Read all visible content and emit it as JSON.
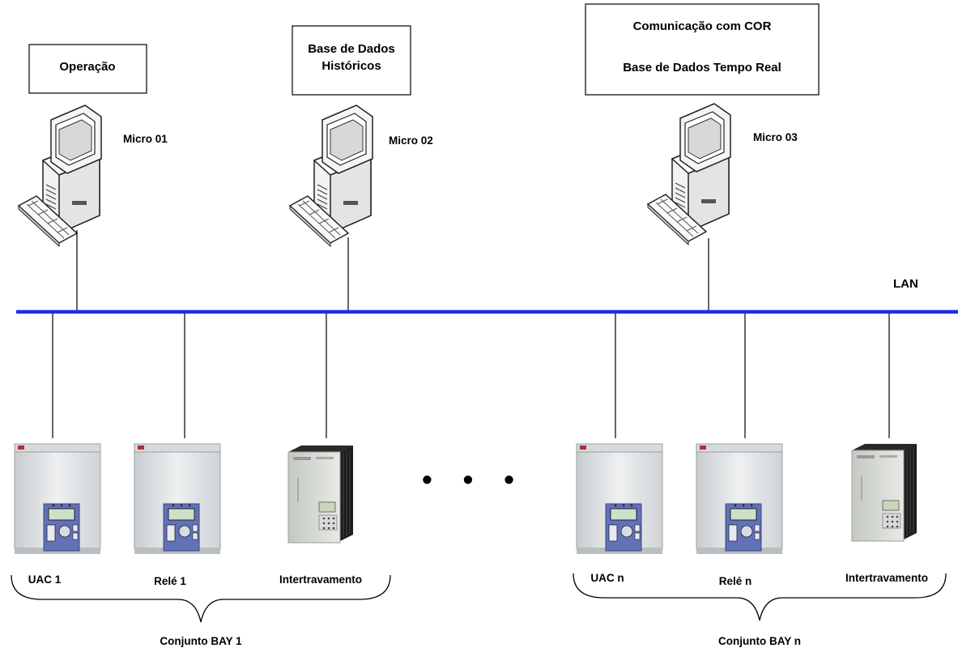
{
  "boxes": {
    "operacao": "Operação",
    "historicos_line1": "Base de Dados",
    "historicos_line2": "Históricos",
    "cor_line1": "Comunicação com COR",
    "cor_line2": "Base de Dados Tempo Real"
  },
  "computers": {
    "micro1": "Micro 01",
    "micro2": "Micro 02",
    "micro3": "Micro 03"
  },
  "network": {
    "lan": "LAN",
    "bus_color": "#1f2fe0"
  },
  "devices": {
    "uac1": "UAC 1",
    "rele1": "Relé 1",
    "inter1": "Intertravamento",
    "uacn": "UAC n",
    "relen": "Relé n",
    "intern": "Intertravamento"
  },
  "groups": {
    "bay1": "Conjunto BAY 1",
    "bayn": "Conjunto BAY n"
  },
  "ellipsis": "• • •"
}
